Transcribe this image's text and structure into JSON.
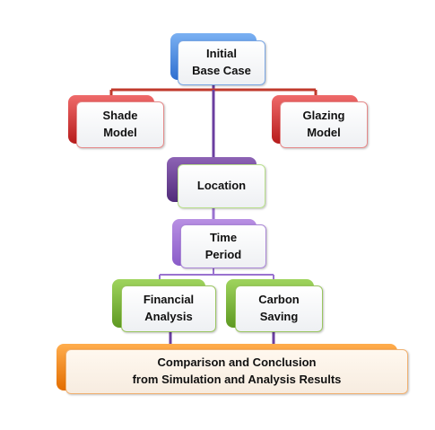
{
  "diagram": {
    "nodes": {
      "initial": "Initial\nBase Case",
      "shade": "Shade\nModel",
      "glazing": "Glazing\nModel",
      "location": "Location",
      "time_period": "Time\nPeriod",
      "financial": "Financial\nAnalysis",
      "carbon": "Carbon\nSaving",
      "conclusion": "Comparison and Conclusion\nfrom Simulation and Analysis Results"
    },
    "colors": {
      "blue": "#2e6fd0",
      "red": "#b71c1c",
      "purple": "#512c7a",
      "violet": "#8a5cc9",
      "green": "#5e9922",
      "orange": "#e36d00",
      "connector_red": "#c0392b",
      "connector_purple": "#6b3fa0",
      "connector_violet": "#9a72d0"
    }
  }
}
